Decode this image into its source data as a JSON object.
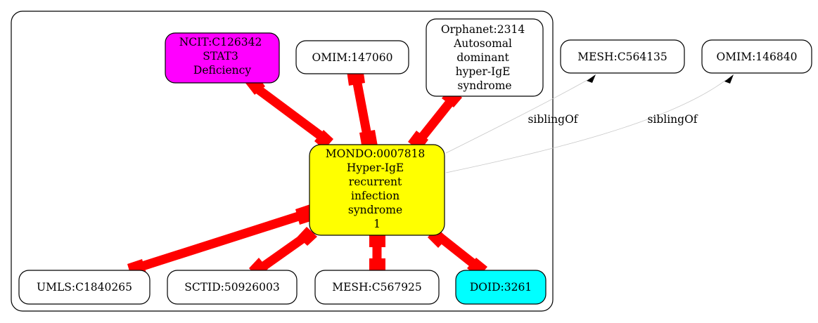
{
  "nodes": {
    "center": {
      "lines": [
        "MONDO:0007818",
        "Hyper-IgE",
        "recurrent",
        "infection",
        "syndrome",
        "1"
      ],
      "fill": "#ffff00"
    },
    "ncit": {
      "lines": [
        "NCIT:C126342",
        "STAT3",
        "Deficiency"
      ],
      "fill": "#ff00ff"
    },
    "omim147060": {
      "lines": [
        "OMIM:147060"
      ],
      "fill": "#ffffff"
    },
    "orphanet": {
      "lines": [
        "Orphanet:2314",
        "Autosomal",
        "dominant",
        "hyper-IgE",
        "syndrome"
      ],
      "fill": "#ffffff"
    },
    "mesh564135": {
      "lines": [
        "MESH:C564135"
      ],
      "fill": "#ffffff"
    },
    "omim146840": {
      "lines": [
        "OMIM:146840"
      ],
      "fill": "#ffffff"
    },
    "umls": {
      "lines": [
        "UMLS:C1840265"
      ],
      "fill": "#ffffff"
    },
    "sctid": {
      "lines": [
        "SCTID:50926003"
      ],
      "fill": "#ffffff"
    },
    "mesh567925": {
      "lines": [
        "MESH:C567925"
      ],
      "fill": "#ffffff"
    },
    "doid": {
      "lines": [
        "DOID:3261"
      ],
      "fill": "#00ffff"
    }
  },
  "edges": {
    "sibling_to_mesh564135": {
      "label": "siblingOf"
    },
    "sibling_to_omim146840": {
      "label": "siblingOf"
    }
  },
  "colors": {
    "equivalence_edge": "#ff0000",
    "sibling_edge": "#c8c8c8"
  }
}
